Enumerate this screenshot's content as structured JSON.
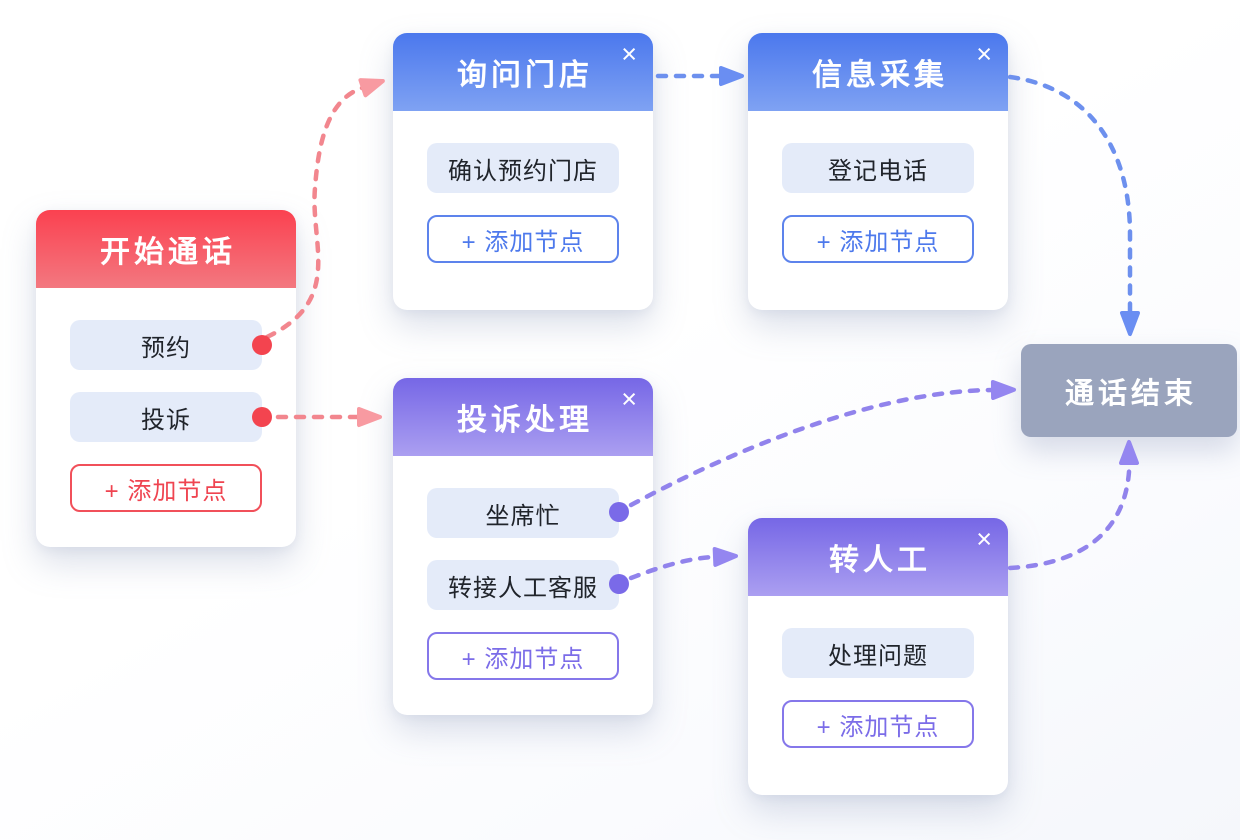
{
  "app": {
    "name": "call-flow-editor"
  },
  "ui": {
    "close_glyph": "×"
  },
  "colors": {
    "red_accent": "#ef4450",
    "red_line": "#f2868e",
    "red_arrow": "#f89aa1",
    "red_dot": "#f3444f",
    "blue_header_top": "#4b78ed",
    "blue_line": "#6d90ee",
    "blue_arrow": "#6a8ef2",
    "purple_header_top": "#7667e6",
    "purple_line": "#9183ec",
    "purple_arrow": "#9486f0",
    "purple_dot": "#7a6ae8",
    "pill_bg": "#e4ebf9",
    "end_node_bg": "#9aa4bd"
  },
  "nodes": {
    "start": {
      "title": "开始通话",
      "theme": "red",
      "items": [
        "预约",
        "投诉"
      ],
      "add_label": "+ 添加节点"
    },
    "ask_store": {
      "title": "询问门店",
      "theme": "blue",
      "items": [
        "确认预约门店"
      ],
      "add_label": "+ 添加节点"
    },
    "info_collect": {
      "title": "信息采集",
      "theme": "blue",
      "items": [
        "登记电话"
      ],
      "add_label": "+ 添加节点"
    },
    "complaint": {
      "title": "投诉处理",
      "theme": "purple",
      "items": [
        "坐席忙",
        "转接人工客服"
      ],
      "add_label": "+ 添加节点"
    },
    "to_human": {
      "title": "转人工",
      "theme": "purple",
      "items": [
        "处理问题"
      ],
      "add_label": "+ 添加节点"
    },
    "end": {
      "title": "通话结束",
      "theme": "gray"
    }
  },
  "edges": [
    {
      "id": "start-yuyue-to-ask-store",
      "from": "start:预约",
      "to": "ask_store",
      "color": "red"
    },
    {
      "id": "start-tousu-to-complaint",
      "from": "start:投诉",
      "to": "complaint",
      "color": "red"
    },
    {
      "id": "ask-store-to-info-collect",
      "from": "ask_store",
      "to": "info_collect",
      "color": "blue"
    },
    {
      "id": "info-collect-to-end",
      "from": "info_collect",
      "to": "end",
      "color": "blue"
    },
    {
      "id": "complaint-busy-to-end",
      "from": "complaint:坐席忙",
      "to": "end",
      "color": "purple"
    },
    {
      "id": "complaint-transfer-to-human",
      "from": "complaint:转接人工客服",
      "to": "to_human",
      "color": "purple"
    },
    {
      "id": "to-human-to-end",
      "from": "to_human",
      "to": "end",
      "color": "purple"
    }
  ]
}
